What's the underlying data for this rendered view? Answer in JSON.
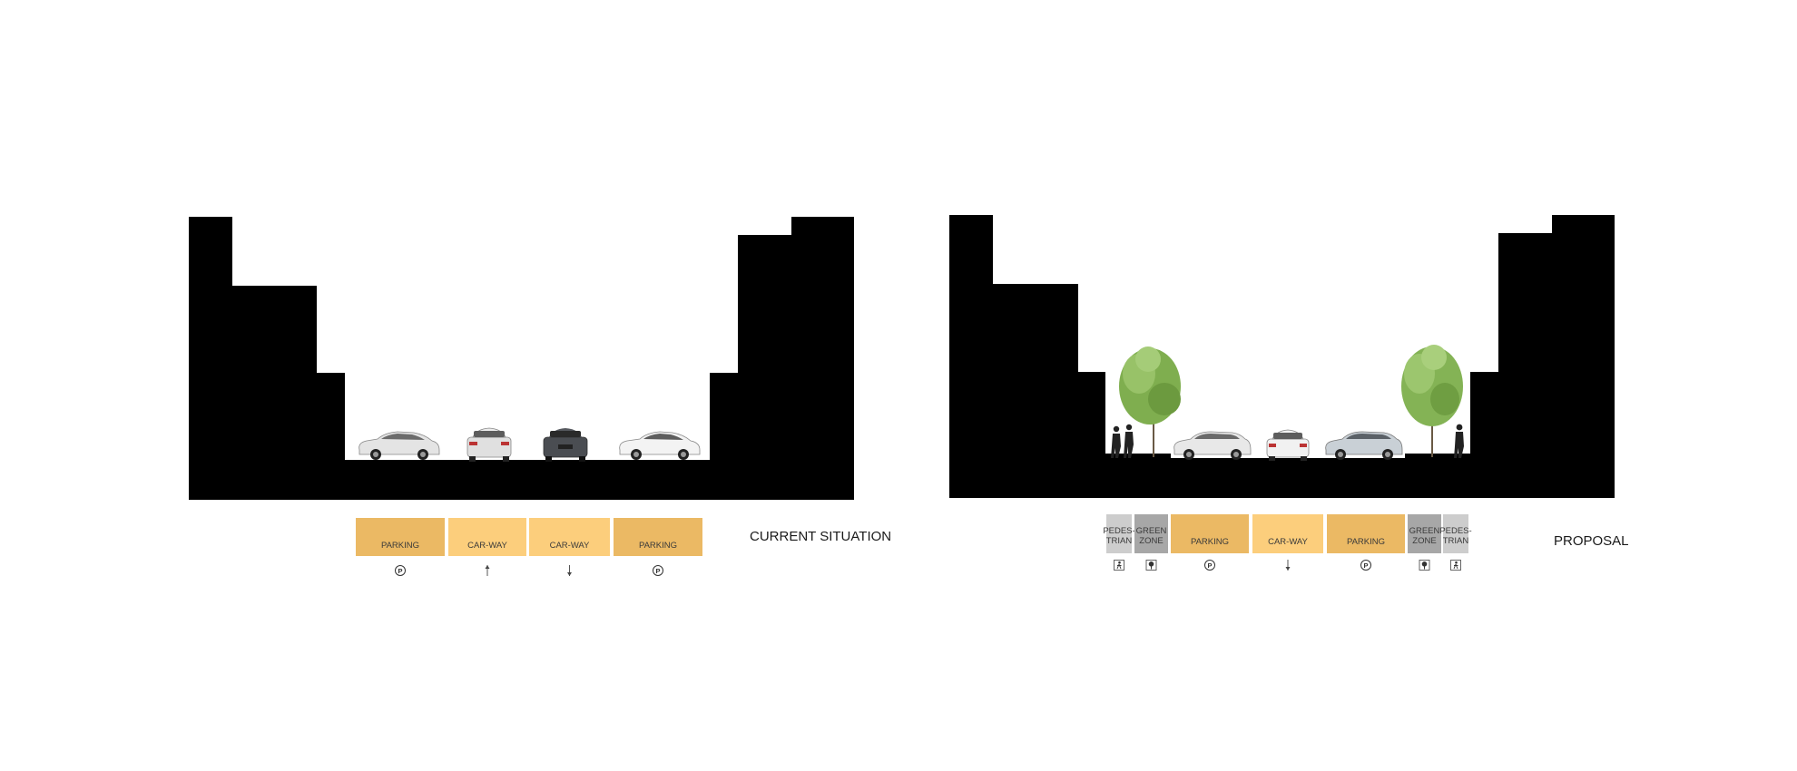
{
  "colors": {
    "building": "#000000",
    "parking": "#ebb964",
    "carway": "#fcce7c",
    "pedestrian": "#cdcdcd",
    "green_zone": "#a7a7a7",
    "tree_foliage": "#7fae4f",
    "car_body": "#e4e4e4"
  },
  "current_section": {
    "title": "CURRENT SITUATION",
    "lanes": [
      {
        "label": "PARKING",
        "kind": "parking",
        "icon": "parking-icon"
      },
      {
        "label": "CAR-WAY",
        "kind": "carway",
        "icon": "up-arrow-icon"
      },
      {
        "label": "CAR-WAY",
        "kind": "carway",
        "icon": "down-arrow-icon"
      },
      {
        "label": "PARKING",
        "kind": "parking",
        "icon": "parking-icon"
      }
    ]
  },
  "proposal_section": {
    "title": "PROPOSAL",
    "lanes": [
      {
        "label": "PEDES-\nTRIAN",
        "kind": "pedestrian",
        "icon": "pedestrian-icon"
      },
      {
        "label": "GREEN\nZONE",
        "kind": "green_zone",
        "icon": "tree-icon"
      },
      {
        "label": "PARKING",
        "kind": "parking",
        "icon": "parking-icon"
      },
      {
        "label": "CAR-WAY",
        "kind": "carway",
        "icon": "down-arrow-icon"
      },
      {
        "label": "PARKING",
        "kind": "parking",
        "icon": "parking-icon"
      },
      {
        "label": "GREEN\nZONE",
        "kind": "green_zone",
        "icon": "tree-icon"
      },
      {
        "label": "PEDES-\nTRIAN",
        "kind": "pedestrian",
        "icon": "pedestrian-icon"
      }
    ]
  }
}
